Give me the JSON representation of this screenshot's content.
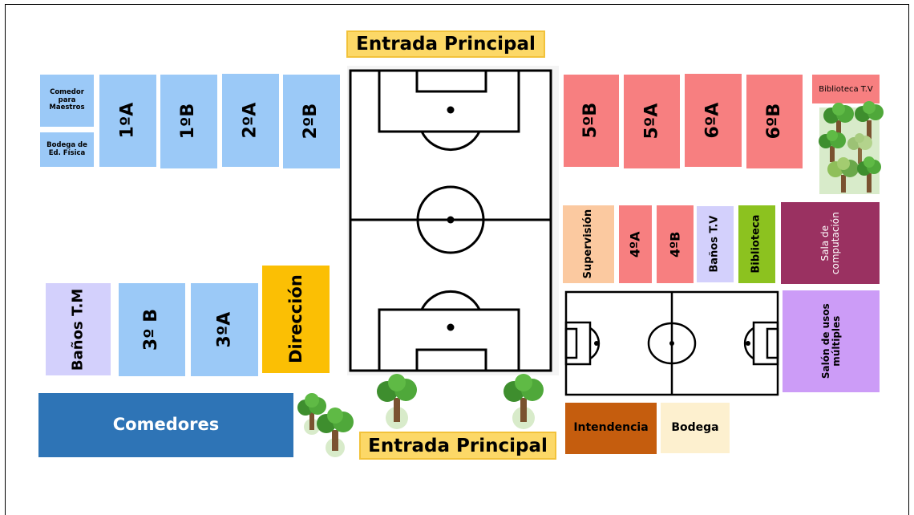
{
  "entrances": {
    "top": "Entrada Principal",
    "bottom": "Entrada Principal"
  },
  "rooms": {
    "comedor_maestros": "Comedor para Maestros",
    "bodega_ed_fisica": "Bodega de Ed. Física",
    "g1a": "1ºA",
    "g1b": "1ºB",
    "g2a": "2ºA",
    "g2b": "2ºB",
    "g5b": "5ºB",
    "g5a": "5ºA",
    "g6a": "6ºA",
    "g6b": "6ºB",
    "biblioteca_tv": "Biblioteca T.V",
    "supervision": "Supervisión",
    "g4a": "4ºA",
    "g4b": "4ºB",
    "banos_tv": "Baños T.V",
    "biblioteca": "Biblioteca",
    "sala_computacion": "Sala de computación",
    "banos_tm": "Baños T.M",
    "g3b": "3º B",
    "g3a": "3ºA",
    "direccion": "Dirección",
    "salon_usos_multiples": "Salón de usos múltiples",
    "comedores": "Comedores",
    "intendencia": "Intendencia",
    "bodega": "Bodega"
  },
  "colors": {
    "classroom_lower": "#9bc9f7",
    "classroom_upper": "#f77f80",
    "supervision": "#fbc9a0",
    "banos_tv": "#d3d0fc",
    "biblioteca": "#8cc21f",
    "sala_computacion": "#9a3161",
    "salon_usos_multiples": "#cc9cf7",
    "direccion": "#fbbf04",
    "comedores": "#2e74b6",
    "intendencia": "#c55d0e",
    "bodega": "#fdf0cf",
    "banner": "#fcd867"
  }
}
